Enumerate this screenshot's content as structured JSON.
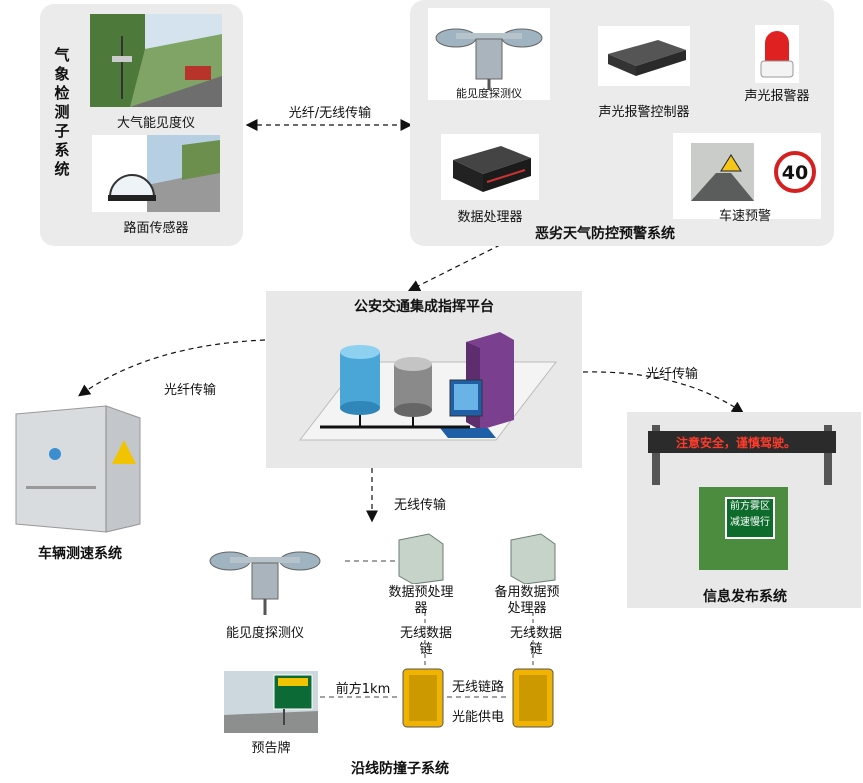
{
  "weather_subsystem": {
    "title": "气象检测子系统",
    "visibility_meter_label": "大气能见度仪",
    "road_sensor_label": "路面传感器"
  },
  "link_top": "光纤/无线传输",
  "warning_system": {
    "title": "恶劣天气防控预警系统",
    "detector_label": "能见度探测仪",
    "alarm_controller_label": "声光报警控制器",
    "alarm_label": "声光报警器",
    "data_processor_label": "数据处理器",
    "speed_warning_label": "车速预警",
    "speed_sign_value": "40"
  },
  "platform": {
    "title": "公安交通集成指挥平台"
  },
  "link_left": "光纤传输",
  "link_right": "光纤传输",
  "link_down": "无线传输",
  "vehicle_speed": {
    "title": "车辆测速系统"
  },
  "info_release": {
    "title": "信息发布系统",
    "led_text": "注意安全，谨慎驾驶。",
    "sign_line1": "前方雾区",
    "sign_line2": "减速慢行"
  },
  "anticollision": {
    "title": "沿线防撞子系统",
    "detector_label": "能见度探测仪",
    "preprocessor_label": "数据预处理器",
    "backup_preprocessor_label": "备用数据预处理器",
    "wireless_link_1": "无线数据链",
    "wireless_link_2": "无线数据链",
    "distance_label": "前方1km",
    "wireless_route": "无线链路",
    "solar_power": "光能供电",
    "warning_sign_label": "预告牌"
  }
}
